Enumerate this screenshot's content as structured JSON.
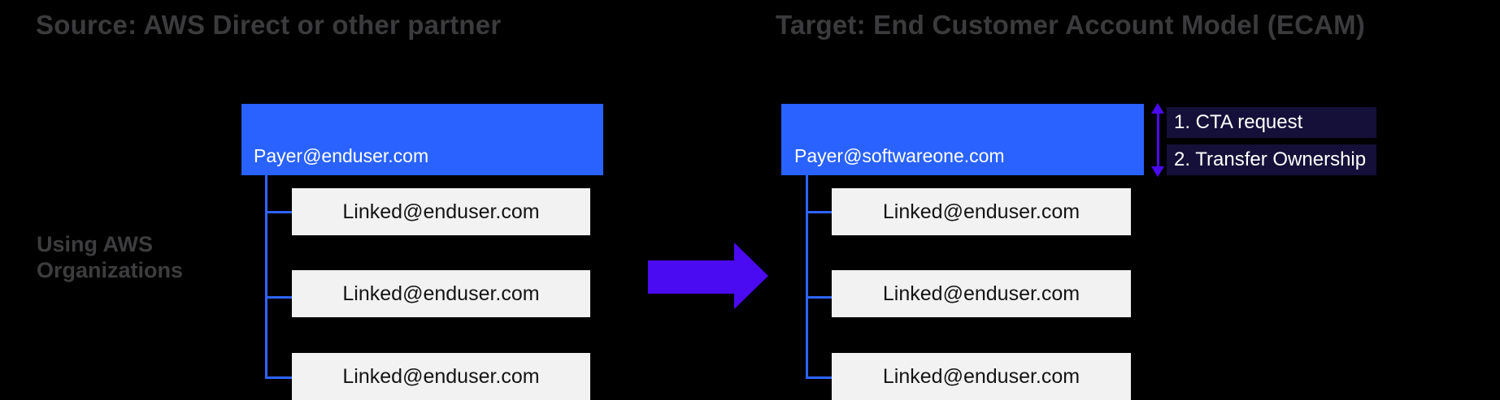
{
  "header": {
    "source_title": "Source: AWS Direct or other partner",
    "target_title": "Target: End Customer Account Model (ECAM)"
  },
  "source_org": {
    "payer": "Payer@enduser.com",
    "linked_accounts": [
      "Linked@enduser.com",
      "Linked@enduser.com",
      "Linked@enduser.com"
    ],
    "caption": "Using AWS Organizations"
  },
  "target_org": {
    "payer": "Payer@softwareone.com",
    "linked_accounts": [
      "Linked@enduser.com",
      "Linked@enduser.com",
      "Linked@enduser.com"
    ]
  },
  "migration_steps": {
    "step1": "1. CTA request",
    "step2": "2. Transfer Ownership"
  },
  "icons": {
    "transform_arrow": "right-arrow",
    "ownership_transfer_arrow": "vertical-double-arrow"
  },
  "colors": {
    "background": "#000000",
    "payer_box": "#2962FF",
    "linked_box": "#F2F2F2",
    "connector_line": "#2E64FF",
    "arrow": "#4A0AF2",
    "step_badge_bg": "#151039",
    "title_text": "#3B3B3D"
  }
}
